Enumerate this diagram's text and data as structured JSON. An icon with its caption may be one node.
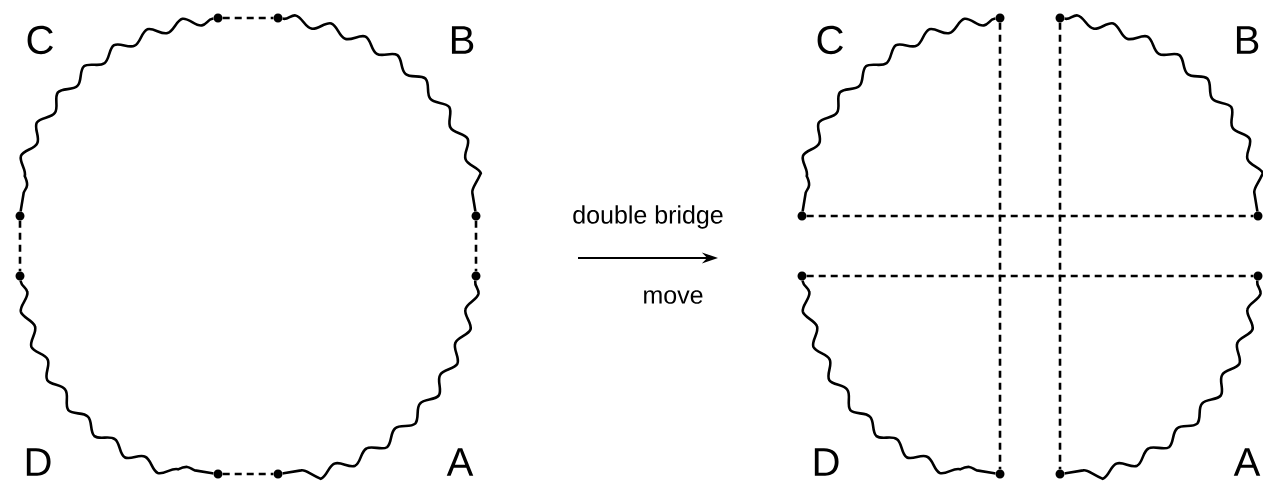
{
  "diagram": {
    "nodes": [
      {
        "text": [],
        "shape": "circle"
      },
      {
        "text": [],
        "shape": "circle"
      },
      {
        "text": [],
        "shape": "circle"
      },
      {
        "text": [],
        "shape": "circle"
      },
      {
        "text": [],
        "shape": "circle"
      },
      {
        "text": [],
        "shape": "circle"
      },
      {
        "text": [],
        "shape": "circle"
      },
      {
        "text": [],
        "shape": "circle"
      },
      {
        "text": [],
        "shape": "circle"
      },
      {
        "text": [],
        "shape": "circle"
      },
      {
        "text": [],
        "shape": "circle"
      },
      {
        "text": [],
        "shape": "circle"
      },
      {
        "text": [],
        "shape": "circle"
      },
      {
        "text": [],
        "shape": "circle"
      },
      {
        "text": [],
        "shape": "circle"
      },
      {
        "text": [],
        "shape": "circle"
      }
    ],
    "edges": [
      {
        "from": 0,
        "to": 1,
        "arrow": "none",
        "style": "dashed"
      },
      {
        "from": 0,
        "to": 2,
        "arrow": "none"
      },
      {
        "from": 1,
        "to": 3,
        "arrow": "none"
      },
      {
        "from": 2,
        "to": 4,
        "arrow": "none",
        "style": "dashed"
      },
      {
        "from": 3,
        "to": 5,
        "arrow": "none",
        "style": "dashed"
      },
      {
        "from": 4,
        "to": 6,
        "arrow": "none"
      },
      {
        "from": 5,
        "to": 7,
        "arrow": "none"
      },
      {
        "from": 6,
        "to": 7,
        "arrow": "none",
        "style": "dashed"
      },
      {
        "from": 8,
        "to": 14,
        "arrow": "none",
        "style": "dashed"
      },
      {
        "from": 9,
        "to": 15,
        "arrow": "none",
        "style": "dashed"
      },
      {
        "from": 8,
        "to": 10,
        "arrow": "none"
      },
      {
        "from": 9,
        "to": 11,
        "arrow": "none"
      },
      {
        "from": 10,
        "to": 11,
        "arrow": "none",
        "style": "dashed"
      },
      {
        "from": 12,
        "to": 13,
        "arrow": "none",
        "style": "dashed"
      },
      {
        "from": 12,
        "to": 14,
        "arrow": "none"
      },
      {
        "from": 13,
        "to": 15,
        "arrow": "none"
      }
    ],
    "labels": [
      "C",
      "B",
      "double bridge",
      "C",
      "B",
      "move",
      "D",
      "A",
      "D",
      "A"
    ]
  }
}
